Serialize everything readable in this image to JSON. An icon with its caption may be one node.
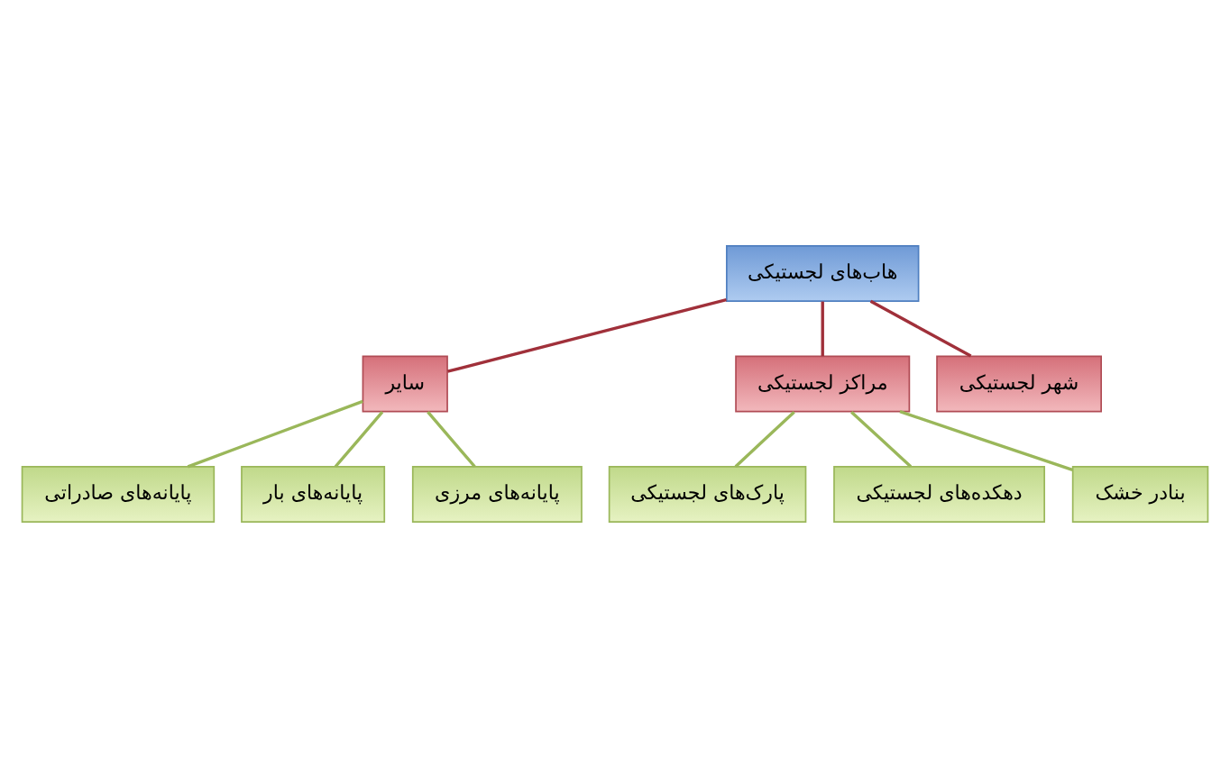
{
  "diagram": {
    "nodes": [
      {
        "text": [
          "هاب‌های لجستیکی"
        ]
      },
      {
        "text": [
          "سایر"
        ]
      },
      {
        "text": [
          "مراکز لجستیکی"
        ]
      },
      {
        "text": [
          "شهر لجستیکی"
        ]
      },
      {
        "text": [
          "پایانه‌های صادراتی"
        ]
      },
      {
        "text": [
          "پایانه‌های بار"
        ]
      },
      {
        "text": [
          "پایانه‌های مرزی"
        ]
      },
      {
        "text": [
          "پارک‌های لجستیکی"
        ]
      },
      {
        "text": [
          "دهکده‌های لجستیکی"
        ]
      },
      {
        "text": [
          "بنادر خشک"
        ]
      }
    ],
    "edges": [
      {
        "from": 0,
        "to": 1,
        "arrow": "none",
        "color": "#a0303a"
      },
      {
        "from": 0,
        "to": 2,
        "arrow": "none",
        "color": "#a0303a"
      },
      {
        "from": 0,
        "to": 3,
        "arrow": "none",
        "color": "#a0303a"
      },
      {
        "from": 1,
        "to": 4,
        "arrow": "none"
      },
      {
        "from": 1,
        "to": 5,
        "arrow": "none"
      },
      {
        "from": 1,
        "to": 6,
        "arrow": "none"
      },
      {
        "from": 2,
        "to": 7,
        "arrow": "none"
      },
      {
        "from": 2,
        "to": 8,
        "arrow": "none"
      },
      {
        "from": 2,
        "to": 9,
        "arrow": "none"
      }
    ]
  }
}
